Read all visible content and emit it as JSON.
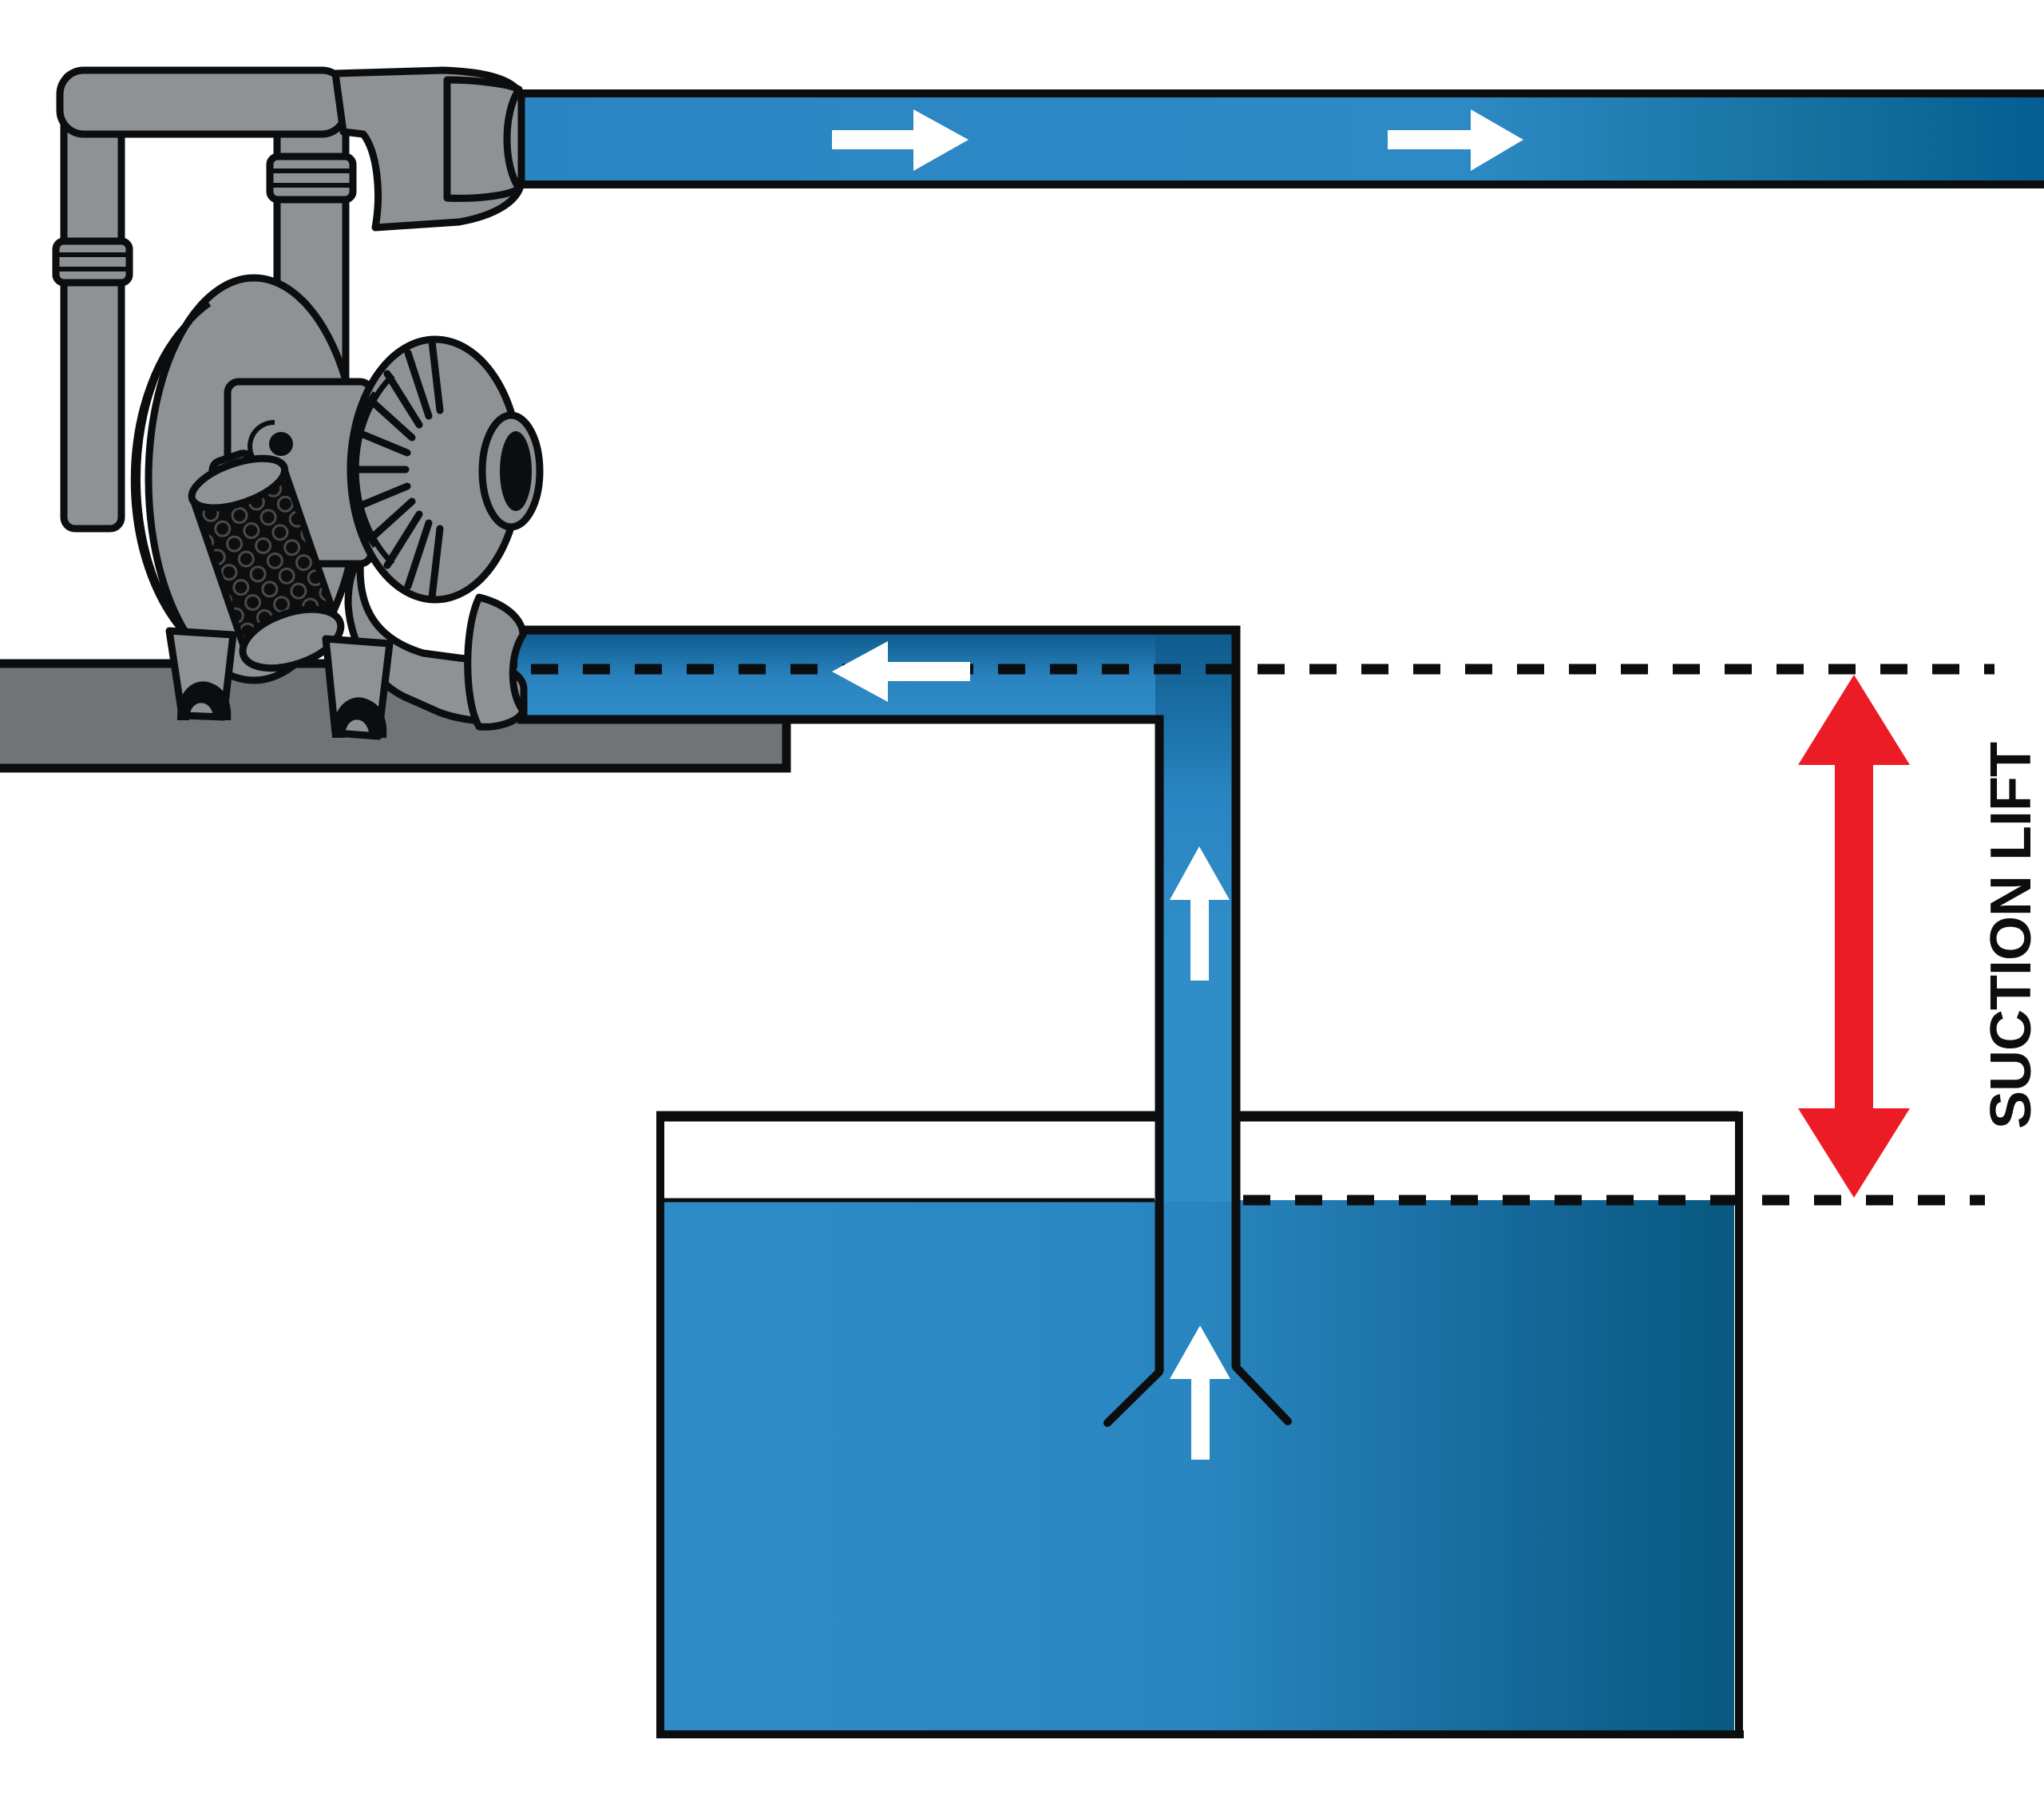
{
  "labels": {
    "suction_lift": "SUCTION LIFT"
  },
  "colors": {
    "fluid_blue": "#2e8cc7",
    "fluid_dark_blue": "#07598c",
    "arrow_red": "#ec1c26",
    "pump_gray": "#8f9295",
    "floor_gray": "#717477",
    "outline_black": "#0c0d0e",
    "flow_arrow_white": "#ffffff"
  },
  "components": {
    "pump": {
      "kind": "diaphragm-pump"
    },
    "discharge_pipe": {
      "flow": "right",
      "arrow_count": 2
    },
    "suction_pipe": {
      "flow": "up then left into pump",
      "arrow_count": 3
    },
    "tank": {
      "contents": "liquid"
    },
    "suction_lift_indicator": {
      "label": "SUCTION LIFT",
      "from_level": "pump inlet centerline (dashed)",
      "to_level": "tank liquid surface (dashed)"
    }
  }
}
